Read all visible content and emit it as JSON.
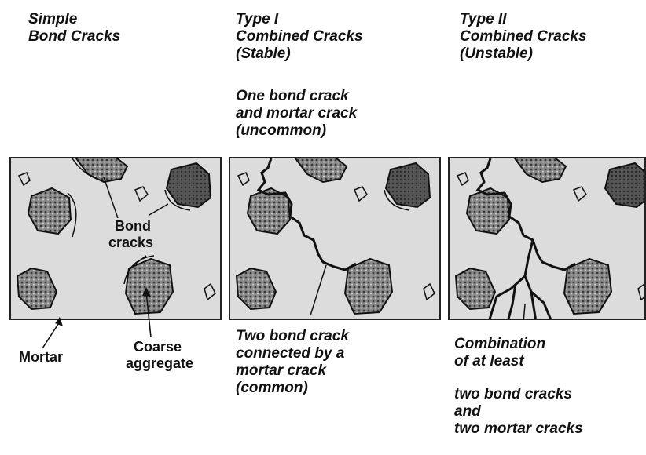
{
  "headings": {
    "simple": [
      "Simple",
      "Bond Cracks"
    ],
    "type1": [
      "Type I",
      "Combined Cracks",
      "(Stable)"
    ],
    "type2": [
      "Type II",
      "Combined Cracks",
      "(Unstable)"
    ]
  },
  "annotations": {
    "one_bond": [
      "One bond crack",
      "and mortar crack",
      "(uncommon)"
    ],
    "bond_cracks": [
      "Bond",
      "cracks"
    ],
    "mortar": "Mortar",
    "coarse": [
      "Coarse",
      "aggregate"
    ],
    "two_bond": [
      "Two bond crack",
      "connected by a",
      "mortar crack",
      "(common)"
    ],
    "combination": [
      "Combination",
      "of at least",
      "",
      "two bond cracks",
      "and",
      "two mortar cracks"
    ]
  }
}
